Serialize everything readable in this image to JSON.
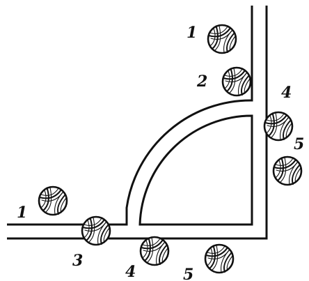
{
  "labels": {
    "upper_1": "1",
    "upper_2": "2",
    "right_4": "4",
    "right_5": "5",
    "left_1": "1",
    "corner_3": "3",
    "bottom_4": "4",
    "bottom_5": "5"
  },
  "icons": {
    "ball": "volleyball-icon"
  },
  "colors": {
    "ink": "#111111",
    "paper": "#ffffff"
  }
}
